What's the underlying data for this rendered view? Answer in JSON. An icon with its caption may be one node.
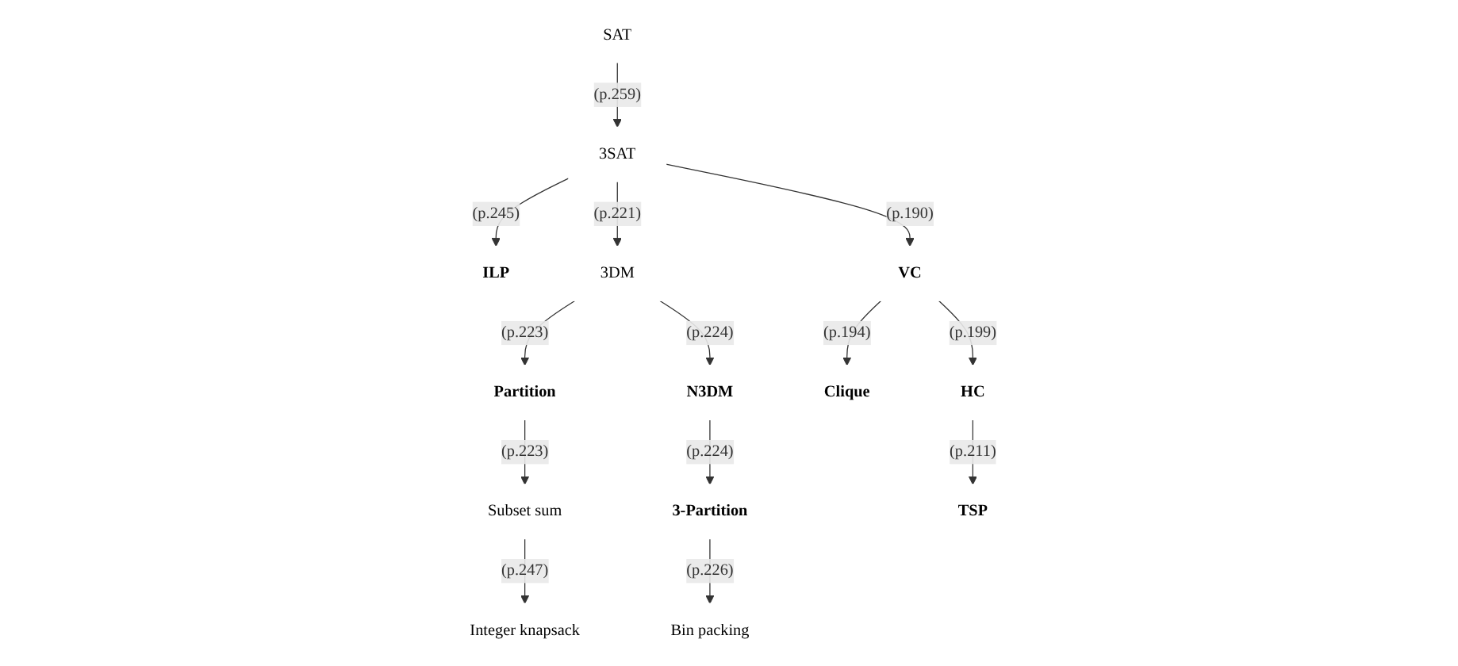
{
  "diagram": {
    "nodes": [
      {
        "text": [
          "ILP"
        ]
      },
      {
        "text": [
          "Partition"
        ]
      },
      {
        "text": [
          "3DM"
        ]
      },
      {
        "text": [
          "3SAT"
        ]
      },
      {
        "text": [
          "SAT"
        ]
      },
      {
        "text": [
          "Subset sum"
        ]
      },
      {
        "text": [
          "N3DM"
        ]
      },
      {
        "text": [
          "VC"
        ]
      },
      {
        "text": [
          "Clique"
        ]
      },
      {
        "text": [
          "Integer knapsack"
        ]
      },
      {
        "text": [
          "3-Partition"
        ]
      },
      {
        "text": [
          "HC"
        ]
      },
      {
        "text": [
          "Bin packing"
        ]
      },
      {
        "text": [
          "TSP"
        ]
      }
    ],
    "edges": [
      {
        "from": 3,
        "to": 0,
        "arrow": "to",
        "label": "(p.245)"
      },
      {
        "from": 2,
        "to": 1,
        "arrow": "to",
        "label": "(p.223)"
      },
      {
        "from": 3,
        "to": 2,
        "arrow": "to",
        "label": "(p.221)"
      },
      {
        "from": 4,
        "to": 3,
        "arrow": "to",
        "label": "(p.259)"
      },
      {
        "from": 1,
        "to": 5,
        "arrow": "to",
        "label": "(p.223)"
      },
      {
        "from": 2,
        "to": 6,
        "arrow": "to",
        "label": "(p.224)"
      },
      {
        "from": 3,
        "to": 7,
        "arrow": "to",
        "label": "(p.190)"
      },
      {
        "from": 7,
        "to": 8,
        "arrow": "to",
        "label": "(p.194)"
      },
      {
        "from": 5,
        "to": 9,
        "arrow": "to",
        "label": "(p.247)"
      },
      {
        "from": 6,
        "to": 10,
        "arrow": "to",
        "label": "(p.224)"
      },
      {
        "from": 7,
        "to": 11,
        "arrow": "to",
        "label": "(p.199)"
      },
      {
        "from": 10,
        "to": 12,
        "arrow": "to",
        "label": "(p.226)"
      },
      {
        "from": 11,
        "to": 13,
        "arrow": "to",
        "label": "(p.211)"
      }
    ]
  }
}
